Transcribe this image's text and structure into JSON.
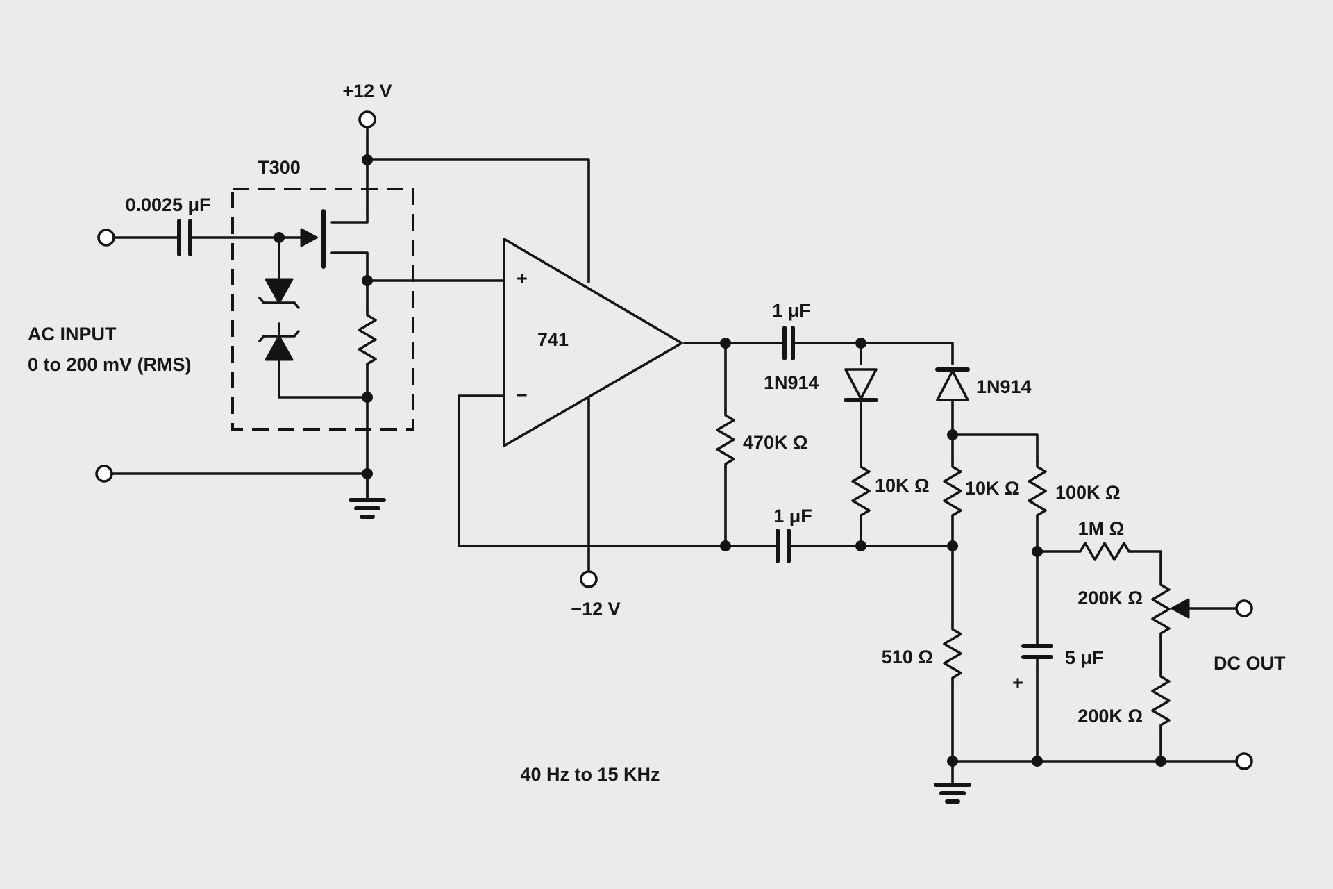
{
  "supply": {
    "positive": "+12 V",
    "negative": "−12 V"
  },
  "module": {
    "label": "T300",
    "coupling_cap": "0.0025 μF"
  },
  "input": {
    "label": "AC INPUT",
    "range": "0 to 200 mV (RMS)"
  },
  "opamp": {
    "label": "741",
    "plus": "+",
    "minus": "−"
  },
  "components": {
    "cap_c2": "1 μF",
    "cap_c3": "1 μF",
    "r_470k": "470K Ω",
    "d1": "1N914",
    "d2": "1N914",
    "r_10k_a": "10K Ω",
    "r_10k_b": "10K Ω",
    "r_100k": "100K Ω",
    "r_1m": "1M Ω",
    "pot_200k": "200K Ω",
    "r_200k": "200K Ω",
    "r_510": "510 Ω",
    "cap_5uf": "5 μF",
    "cap_5uf_polarity": "+"
  },
  "output": {
    "label": "DC OUT"
  },
  "frequency": "40 Hz to 15 KHz"
}
